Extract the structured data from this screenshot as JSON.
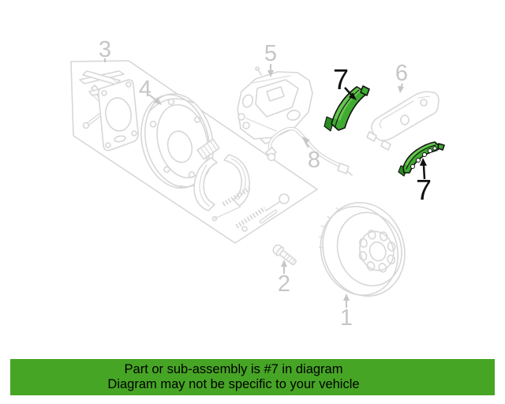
{
  "colors": {
    "page_bg": "#ffffff",
    "line_gray": "#d7d7d7",
    "label_gray": "#c6c6c6",
    "ink": "#111111",
    "banner_green": "#47a525",
    "banner_text": "#000000",
    "pad_green": "#3fab31",
    "pad_green_light": "#66c44f",
    "pad_green_dark": "#2b8c22"
  },
  "diagram": {
    "highlighted_part_number": "7",
    "labels": {
      "rotor": "1",
      "bolt": "2",
      "shoe_kit": "3",
      "backing_plate": "4",
      "caliper": "5",
      "bracket": "6",
      "pad_outer": "7",
      "pad_inner": "7",
      "hose": "8"
    }
  },
  "banner": {
    "line1": "Part or sub-assembly is #7 in diagram",
    "line2": "Diagram may not be specific to your vehicle"
  }
}
